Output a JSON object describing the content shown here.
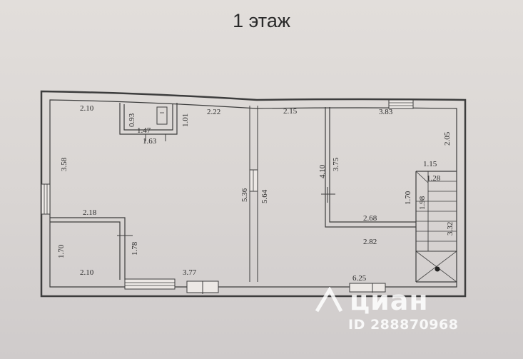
{
  "title": "1 этаж",
  "dimensions": {
    "d1": "2.10",
    "d2": "0.93",
    "d3": "1.47",
    "d4": "1.01",
    "d5": "1.63",
    "d6": "2.22",
    "d7": "3.58",
    "d8": "2.18",
    "d9": "1.70",
    "d10": "1.78",
    "d11": "2.10",
    "d12": "3.77",
    "d13": "5.36",
    "d14": "5.64",
    "d15": "2.15",
    "d16": "3.83",
    "d17": "2.05",
    "d18": "4.10",
    "d19": "3.75",
    "d20": "1.15",
    "d21": "1.28",
    "d22": "1.70",
    "d23": "1.98",
    "d24": "2.68",
    "d25": "3.32",
    "d26": "2.82",
    "d27": "6.25"
  },
  "watermark": {
    "logo_text": "циан",
    "id_text": "ID 288870968"
  }
}
